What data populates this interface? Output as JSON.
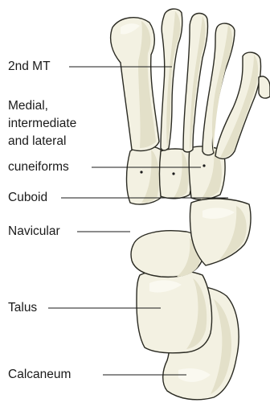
{
  "labels": {
    "second_metatarsal": "2nd MT",
    "cuneiforms_line1": "Medial,",
    "cuneiforms_line2": "intermediate",
    "cuneiforms_line3": "and lateral",
    "cuneiforms_line4": "cuneiforms",
    "cuboid": "Cuboid",
    "navicular": "Navicular",
    "talus": "Talus",
    "calcaneum": "Calcaneum"
  }
}
